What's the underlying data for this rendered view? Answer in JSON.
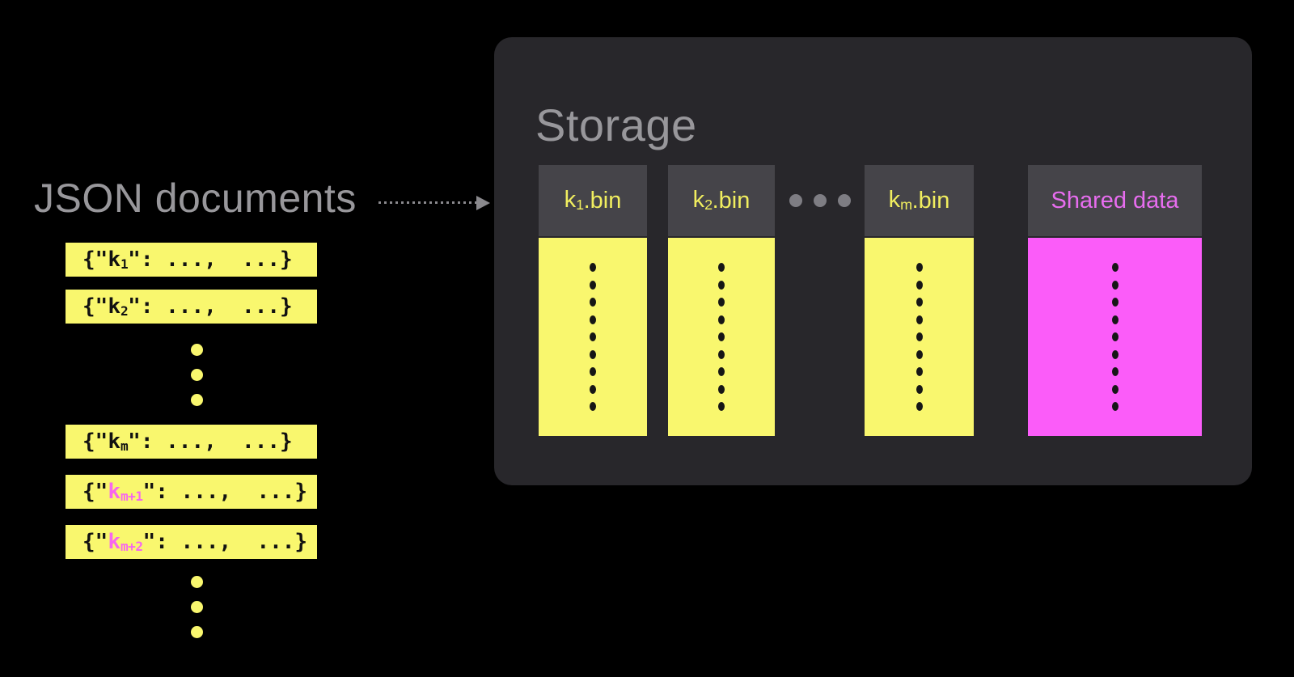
{
  "colors": {
    "background": "#000000",
    "panel": "#28272b",
    "header_box": "#454449",
    "yellow": "#f9f76e",
    "magenta": "#fb5cf9",
    "yellow_text": "#f1ee5f",
    "magenta_text": "#e76def",
    "pink_key": "#f767ee",
    "gray_text": "#98979b",
    "arrow_gray": "#8a898d",
    "dot_black": "#161616",
    "ellipsis_gray": "#7e7d83"
  },
  "left": {
    "title": "JSON documents",
    "doc_prefix": "{\"",
    "doc_key": "k",
    "doc_suffix": "\": ...,  ...}",
    "ellipsis_dots": 3,
    "rows": [
      {
        "sub": "1",
        "highlight": false
      },
      {
        "sub": "2",
        "highlight": false
      },
      {
        "sub": "m",
        "highlight": false
      },
      {
        "sub": "m+1",
        "highlight": true
      },
      {
        "sub": "m+2",
        "highlight": true
      }
    ]
  },
  "storage": {
    "title": "Storage",
    "dots_per_column": 9,
    "column_ellipsis_dots": 3,
    "columns": [
      {
        "key": "k",
        "sub": "1",
        "rest": ".bin",
        "type": "yellow"
      },
      {
        "key": "k",
        "sub": "2",
        "rest": ".bin",
        "type": "yellow"
      },
      {
        "key": "k",
        "sub": "m",
        "rest": ".bin",
        "type": "yellow"
      },
      {
        "label": "Shared data",
        "type": "magenta"
      }
    ]
  }
}
